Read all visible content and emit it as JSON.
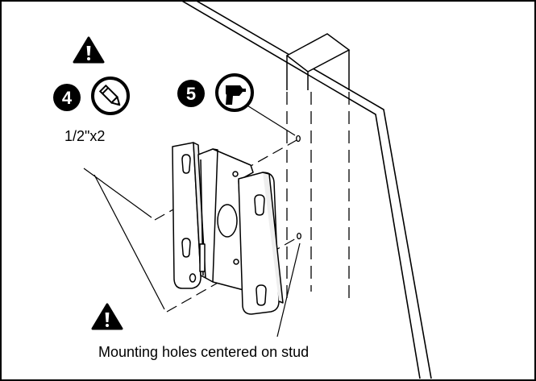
{
  "steps": [
    {
      "number": "4",
      "icon": "pencil-icon",
      "note": "1/2\"x2"
    },
    {
      "number": "5",
      "icon": "drill-icon"
    }
  ],
  "warnings": [
    "warning-icon",
    "warning-icon"
  ],
  "caption": "Mounting holes centered on stud",
  "colors": {
    "ink": "#000000",
    "paper": "#ffffff",
    "bracket_shade": "#eeeeee"
  }
}
